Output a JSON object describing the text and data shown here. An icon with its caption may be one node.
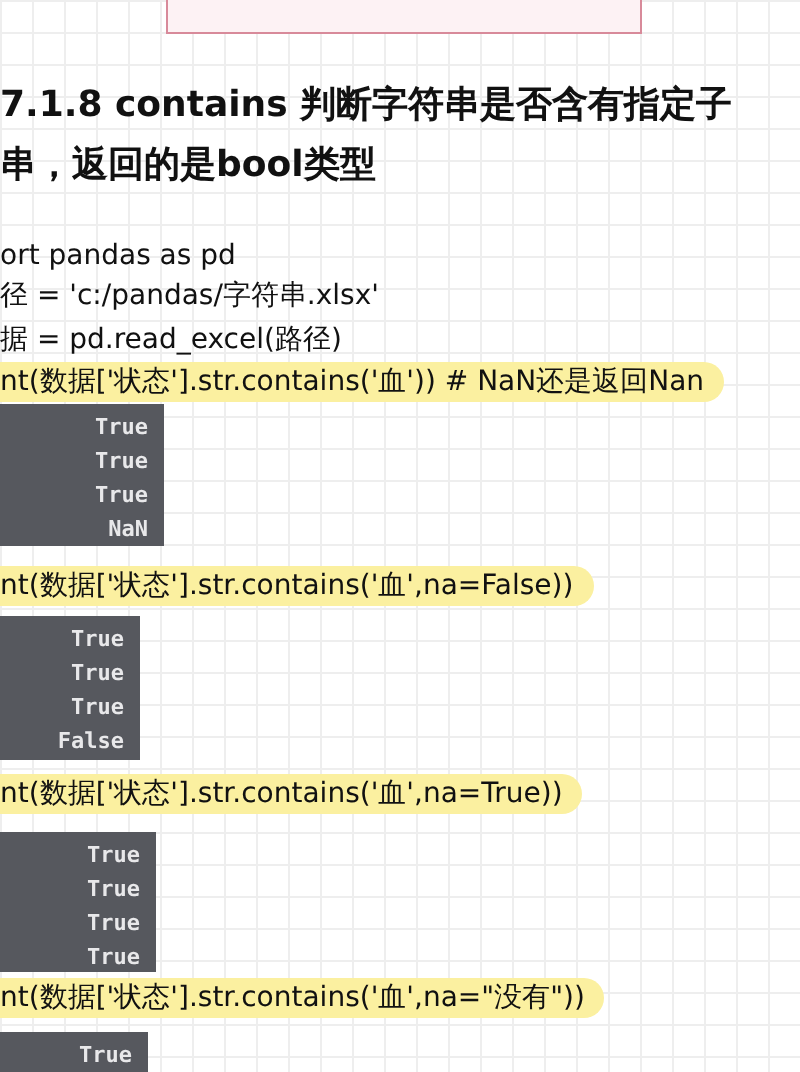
{
  "diagram": {
    "title": "7.1.8 contains 判断字符串是否含有指定子串，返回的是bool类型",
    "nodes": [
      {
        "text": [],
        "shape": "box"
      },
      {
        "text": [
          "True",
          "True",
          "True",
          "NaN"
        ]
      },
      {
        "text": [
          "True",
          "True",
          "True",
          "False"
        ]
      },
      {
        "text": [
          "True",
          "True",
          "True",
          "True"
        ]
      },
      {
        "text": [
          "True"
        ]
      }
    ],
    "labels": [
      "ort pandas as pd",
      "径 = 'c:/pandas/字符串.xlsx'",
      "据 = pd.read_excel(路径)",
      "nt(数据['状态'].str.contains('血'))   # NaN还是返回Nan",
      "nt(数据['状态'].str.contains('血',na=False))",
      "nt(数据['状态'].str.contains('血',na=True))",
      "nt(数据['状态'].str.contains('血',na=\"没有\"))"
    ]
  }
}
